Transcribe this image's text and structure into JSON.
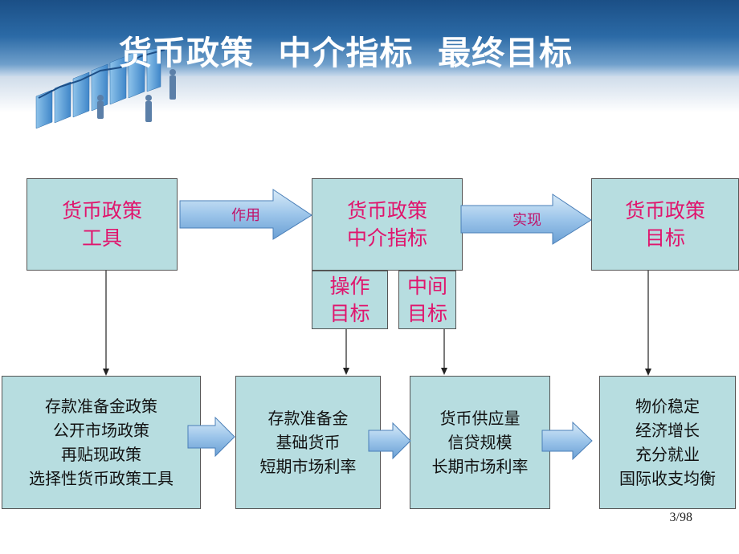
{
  "title": "货币政策  中介指标  最终目标",
  "top_boxes": [
    {
      "lines": [
        "货币政策",
        "工具"
      ]
    },
    {
      "lines": [
        "货币政策",
        "中介指标"
      ]
    },
    {
      "lines": [
        "货币政策",
        "目标"
      ]
    }
  ],
  "sub_boxes": [
    {
      "lines": [
        "操作",
        "目标"
      ]
    },
    {
      "lines": [
        "中间",
        "目标"
      ]
    }
  ],
  "arrow_labels": [
    "作用",
    "实现"
  ],
  "bottom_boxes": [
    {
      "lines": [
        "存款准备金政策",
        "公开市场政策",
        "再贴现政策",
        "选择性货币政策工具"
      ]
    },
    {
      "lines": [
        "存款准备金",
        "基础货币",
        "短期市场利率"
      ]
    },
    {
      "lines": [
        "货币供应量",
        "信贷规模",
        "长期市场利率"
      ]
    },
    {
      "lines": [
        "物价稳定",
        "经济增长",
        "充分就业",
        "国际收支均衡"
      ]
    }
  ],
  "page_number": "3/98",
  "colors": {
    "box_fill": "#b7dde0",
    "top_text": "#e0156d",
    "header_blue": "#1b4f86",
    "arrow_blue": "#7fb0de"
  }
}
